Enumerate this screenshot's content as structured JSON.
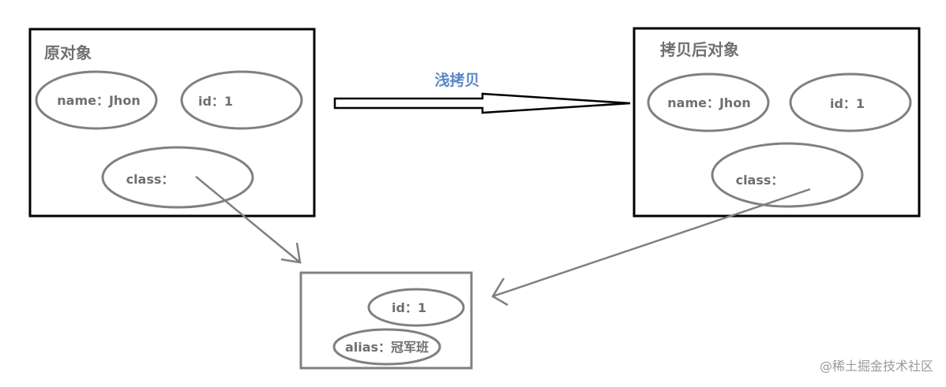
{
  "original_object": {
    "title": "原对象",
    "name_field": "name：Jhon",
    "id_field": "id：1",
    "class_field": "class："
  },
  "copied_object": {
    "title": "拷贝后对象",
    "name_field": "name：Jhon",
    "id_field": "id：1",
    "class_field": "class："
  },
  "shared_class_object": {
    "id_field": "id：1",
    "alias_field": "alias：冠军班"
  },
  "copy_arrow": {
    "label": "浅拷贝",
    "label_color": "#5b87c7"
  },
  "watermark": "@稀土掘金技术社区",
  "colors": {
    "box_border_strong": "#000000",
    "box_border_muted": "#808080",
    "ellipse_stroke": "#808080",
    "text": "#6f6f6f"
  }
}
